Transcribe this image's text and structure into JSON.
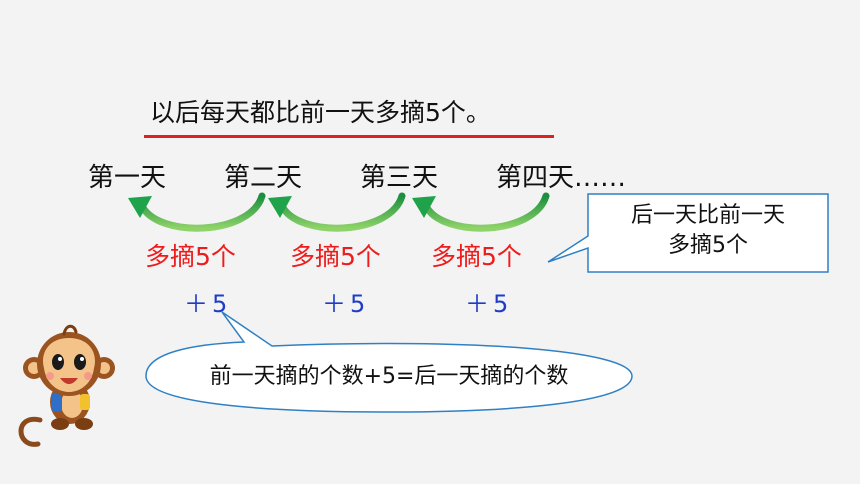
{
  "title": "以后每天都比前一天多摘5个。",
  "days": [
    "第一天",
    "第二天",
    "第三天",
    "第四天……"
  ],
  "increments": [
    {
      "label": "多摘5个",
      "expr": "＋5"
    },
    {
      "label": "多摘5个",
      "expr": "＋5"
    },
    {
      "label": "多摘5个",
      "expr": "＋5"
    }
  ],
  "callout_box": {
    "line1": "后一天比前一天",
    "line2": "多摘5个"
  },
  "callout_bubble": "前一天摘的个数+5=后一天摘的个数",
  "icons": {
    "monkey": "monkey-mascot-icon",
    "arrow": "curved-arrow-icon"
  },
  "colors": {
    "title_underline": "#e02020",
    "arrow": "#1fa34a",
    "increment_label": "#ee1c1c",
    "expr": "#1e3cc8",
    "callout_border": "#2f80c4"
  }
}
